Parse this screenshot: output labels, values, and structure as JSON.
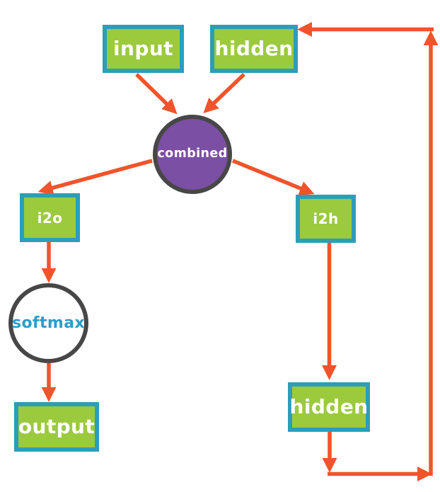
{
  "diagram": {
    "type": "flowchart",
    "nodes": {
      "input": {
        "label": "input",
        "shape": "rect"
      },
      "hidden_top": {
        "label": "hidden",
        "shape": "rect"
      },
      "combined": {
        "label": "combined",
        "shape": "circle"
      },
      "i2o": {
        "label": "i2o",
        "shape": "rect"
      },
      "i2h": {
        "label": "i2h",
        "shape": "rect"
      },
      "softmax": {
        "label": "softmax",
        "shape": "circle"
      },
      "output": {
        "label": "output",
        "shape": "rect"
      },
      "hidden_bottom": {
        "label": "hidden",
        "shape": "rect"
      }
    },
    "edges": [
      {
        "from": "input",
        "to": "combined"
      },
      {
        "from": "hidden_top",
        "to": "combined"
      },
      {
        "from": "combined",
        "to": "i2o"
      },
      {
        "from": "combined",
        "to": "i2h"
      },
      {
        "from": "i2o",
        "to": "softmax"
      },
      {
        "from": "softmax",
        "to": "output"
      },
      {
        "from": "i2h",
        "to": "hidden_bottom"
      },
      {
        "from": "hidden_bottom",
        "to": "hidden_top"
      }
    ],
    "colors": {
      "background": "#FFFFFF",
      "node_fill": "#9BCA3D",
      "node_border": "#2B9EB8",
      "arrow": "#F0542B",
      "combined_fill": "#7B4FA3",
      "circle_border": "#474747",
      "label_text": "#FFFFFF",
      "softmax_text": "#2B9EC6"
    }
  }
}
